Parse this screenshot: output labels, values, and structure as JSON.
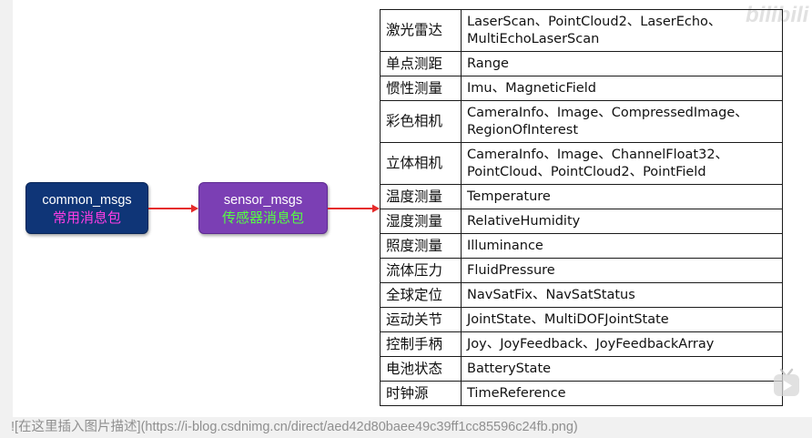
{
  "diagram": {
    "nodes": {
      "common": {
        "name": "common_msgs",
        "label": "常用消息包"
      },
      "sensor": {
        "name": "sensor_msgs",
        "label": "传感器消息包"
      }
    },
    "colors": {
      "common_fill": "#0f3577",
      "common_label": "#ff3de6",
      "sensor_fill": "#7b3fb4",
      "sensor_label": "#55ff42",
      "arrow": "#e52b2b"
    }
  },
  "table": {
    "rows": [
      {
        "category": "激光雷达",
        "types": "LaserScan、PointCloud2、LaserEcho、MultiEchoLaserScan"
      },
      {
        "category": "单点测距",
        "types": "Range"
      },
      {
        "category": "惯性测量",
        "types": "Imu、MagneticField"
      },
      {
        "category": "彩色相机",
        "types": "CameraInfo、Image、CompressedImage、RegionOfInterest"
      },
      {
        "category": "立体相机",
        "types": "CameraInfo、Image、ChannelFloat32、PointCloud、PointCloud2、PointField"
      },
      {
        "category": "温度测量",
        "types": "Temperature"
      },
      {
        "category": "湿度测量",
        "types": "RelativeHumidity"
      },
      {
        "category": "照度测量",
        "types": "Illuminance"
      },
      {
        "category": "流体压力",
        "types": "FluidPressure"
      },
      {
        "category": "全球定位",
        "types": "NavSatFix、NavSatStatus"
      },
      {
        "category": "运动关节",
        "types": "JointState、MultiDOFJointState"
      },
      {
        "category": "控制手柄",
        "types": "Joy、JoyFeedback、JoyFeedbackArray"
      },
      {
        "category": "电池状态",
        "types": "BatteryState"
      },
      {
        "category": "时钟源",
        "types": "TimeReference"
      }
    ]
  },
  "watermark": {
    "text": "bilibili"
  },
  "caption": "![在这里插入图片描述](https://i-blog.csdnimg.cn/direct/aed42d80baee49c39ff1cc85596c24fb.png)"
}
